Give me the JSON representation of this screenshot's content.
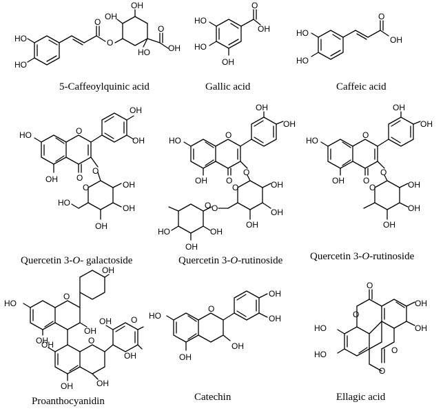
{
  "molecules": [
    {
      "id": "m1",
      "name": "5-Caffeoylquinic acid",
      "atoms": [
        "HO",
        "HO",
        "O",
        "O",
        "OH",
        "OH",
        "OH",
        "HO",
        "O"
      ]
    },
    {
      "id": "m2",
      "name": "Gallic acid",
      "atoms": [
        "HO",
        "HO",
        "OH",
        "OH",
        "O"
      ]
    },
    {
      "id": "m3",
      "name": "Caffeic acid",
      "atoms": [
        "HO",
        "HO",
        "O",
        "OH"
      ]
    },
    {
      "id": "m4",
      "name_prefix": "Quercetin 3-",
      "name_italic": "O",
      "name_suffix": "- galactoside",
      "atoms": [
        "OH",
        "OH",
        "HO",
        "O",
        "OH",
        "O",
        "O",
        "O",
        "HO",
        "OH",
        "OH",
        "OH"
      ]
    },
    {
      "id": "m5",
      "name_prefix": "Quercetin 3-",
      "name_italic": "O",
      "name_suffix": "-rutinoside",
      "atoms": [
        "OH",
        "OH",
        "HO",
        "O",
        "OH",
        "O",
        "O",
        "O",
        "OH",
        "O",
        "OH",
        "OH",
        "O",
        "HO",
        "OH",
        "OH"
      ]
    },
    {
      "id": "m6",
      "name_prefix": "Quercetin 3-",
      "name_italic": "O",
      "name_suffix": "-rutinoside",
      "atoms": [
        "OH",
        "OH",
        "HO",
        "O",
        "OH",
        "O",
        "O",
        "O",
        "OH",
        "OH",
        "OH"
      ]
    },
    {
      "id": "m7",
      "name": "Proanthocyanidin",
      "atoms": [
        "OH",
        "HO",
        "O",
        "OH",
        "OH",
        "OH",
        "OH",
        "O",
        "O",
        "OH",
        "OH",
        "OH"
      ]
    },
    {
      "id": "m8",
      "name": "Catechin",
      "atoms": [
        "OH",
        "OH",
        "HO",
        "O",
        "OH",
        "OH"
      ]
    },
    {
      "id": "m9",
      "name": "Ellagic acid",
      "atoms": [
        "O",
        "OH",
        "O",
        "OH",
        "HO",
        "HO",
        "O",
        "O"
      ]
    }
  ]
}
